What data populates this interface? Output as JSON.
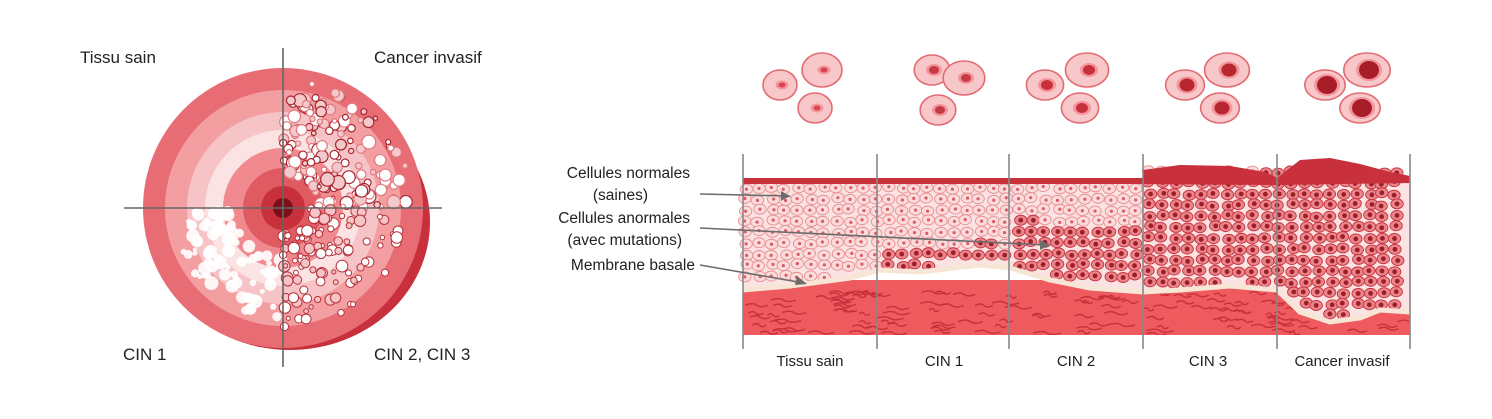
{
  "circle_diagram": {
    "quadrant_labels": {
      "top_left": "Tissu sain",
      "top_right": "Cancer invasif",
      "bottom_left": "CIN 1",
      "bottom_right": "CIN 2, CIN 3"
    }
  },
  "cross_section": {
    "stages": [
      "Tissu sain",
      "CIN 1",
      "CIN 2",
      "CIN 3",
      "Cancer invasif"
    ],
    "annotations": {
      "normal_cells": [
        "Cellules normales",
        "(saines)"
      ],
      "abnormal_cells": [
        "Cellules anormales",
        "(avec mutations)"
      ],
      "basal_membrane": "Membrane basale"
    }
  },
  "colors": {
    "outer_ring": "#e86c74",
    "dark_ring": "#c8303c",
    "light_ring": "#f6c4c6",
    "pale": "#fbe3e3",
    "stroma": "#ef5a5f",
    "membrane": "#f7e6d5",
    "line": "#666666"
  }
}
